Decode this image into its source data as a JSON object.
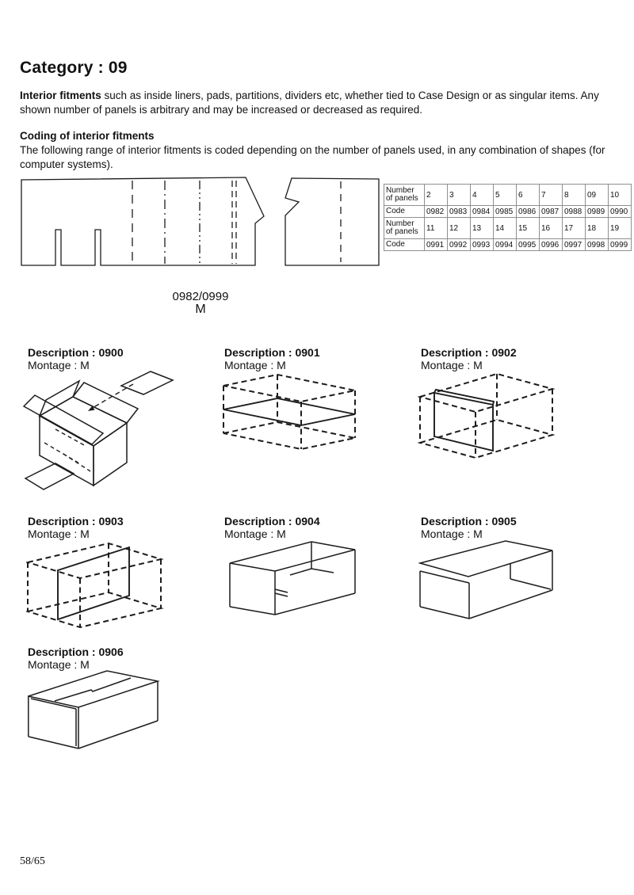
{
  "header": {
    "title": "Category : 09",
    "intro_bold": "Interior fitments",
    "intro_rest": " such as inside liners, pads, partitions, dividers etc, whether tied to Case Design or as singular items. Any shown number of panels is arbitrary and may be increased or decreased as required.",
    "coding_heading": "Coding of interior fitments",
    "coding_text": "The following range of interior fitments is coded depending on the number of panels used, in any combination of shapes (for computer systems)."
  },
  "blank_caption": {
    "code_range": "0982/0999",
    "montage": "M"
  },
  "panel_table": {
    "row_label_panels": "Number of panels",
    "row_label_code": "Code",
    "rows": [
      {
        "panels": [
          "2",
          "3",
          "4",
          "5",
          "6",
          "7",
          "8",
          "09",
          "10"
        ],
        "codes": [
          "0982",
          "0983",
          "0984",
          "0985",
          "0986",
          "0987",
          "0988",
          "0989",
          "0990"
        ]
      },
      {
        "panels": [
          "11",
          "12",
          "13",
          "14",
          "15",
          "16",
          "17",
          "18",
          "19"
        ],
        "codes": [
          "0991",
          "0992",
          "0993",
          "0994",
          "0995",
          "0996",
          "0997",
          "0998",
          "0999"
        ]
      }
    ]
  },
  "designs": [
    {
      "description": "Description : 0900",
      "montage": "Montage : M"
    },
    {
      "description": "Description : 0901",
      "montage": "Montage : M"
    },
    {
      "description": "Description : 0902",
      "montage": "Montage : M"
    },
    {
      "description": "Description : 0903",
      "montage": "Montage : M"
    },
    {
      "description": "Description : 0904",
      "montage": "Montage : M"
    },
    {
      "description": "Description : 0905",
      "montage": "Montage : M"
    },
    {
      "description": "Description : 0906",
      "montage": "Montage : M"
    }
  ],
  "footer": {
    "page_number": "58/65"
  },
  "colors": {
    "ink": "#1c1c1c",
    "table_border": "#8f8f8f",
    "background": "#ffffff"
  }
}
